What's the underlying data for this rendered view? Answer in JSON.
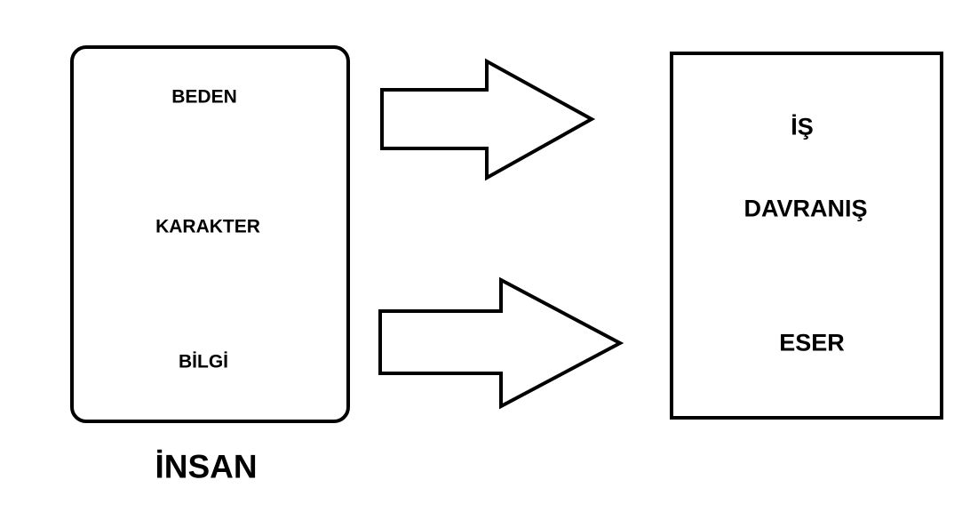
{
  "source": {
    "items": [
      "BEDEN",
      "KARAKTER",
      "BİLGİ"
    ],
    "caption": "İNSAN"
  },
  "target": {
    "items": [
      "İŞ",
      "DAVRANIŞ",
      "ESER"
    ]
  },
  "arrows": [
    {
      "from": "source",
      "to": "target"
    },
    {
      "from": "source",
      "to": "target"
    }
  ]
}
